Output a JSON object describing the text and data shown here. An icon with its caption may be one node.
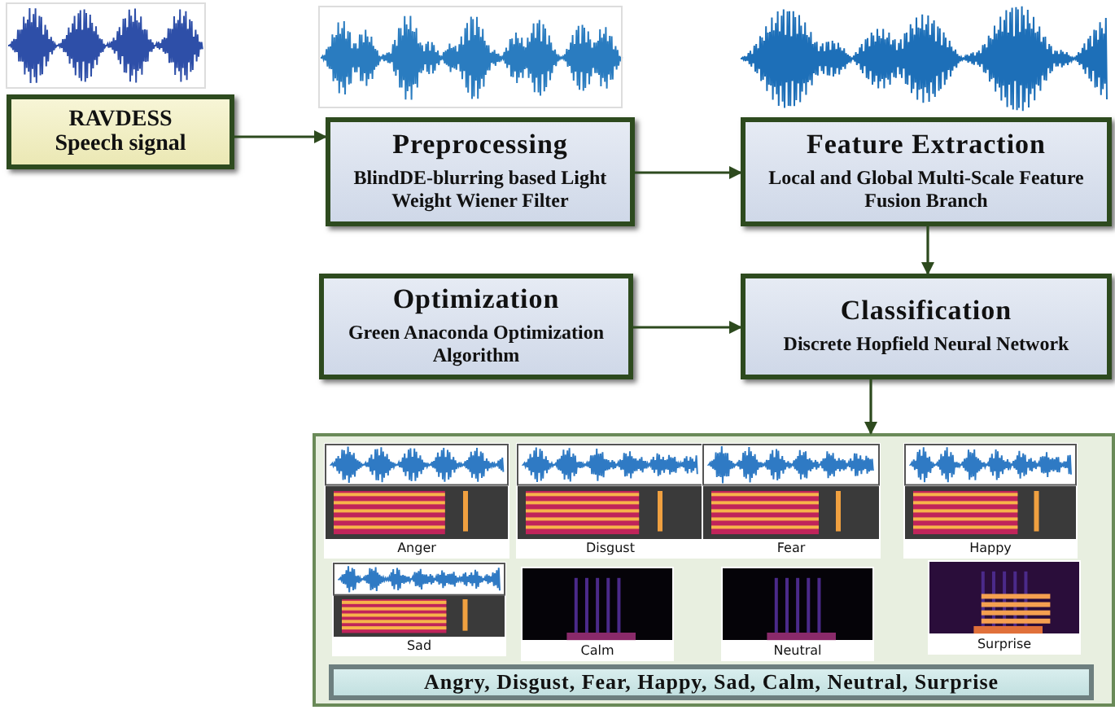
{
  "diagram": {
    "nodes": [
      {
        "text": [
          "RAVDESS Speech signal"
        ]
      },
      {
        "text": [
          "Preprocessing",
          "BlindDE-blurring based Light Weight Wiener Filter"
        ]
      },
      {
        "text": [
          "Feature Extraction",
          "Local and Global Multi-Scale Feature Fusion Branch"
        ]
      },
      {
        "text": [
          "Optimization",
          "Green Anaconda Optimization Algorithm"
        ]
      },
      {
        "text": [
          "Classification",
          "Discrete Hopfield Neural Network"
        ]
      },
      {
        "text": [],
        "shape": "box"
      },
      {
        "text": [
          "Anger"
        ],
        "in": 5
      },
      {
        "text": [
          "Disgust"
        ],
        "in": 5
      },
      {
        "text": [
          "Fear"
        ],
        "in": 5
      },
      {
        "text": [
          "Happy"
        ],
        "in": 5
      },
      {
        "text": [
          "Sad"
        ],
        "in": 5
      },
      {
        "text": [
          "Calm"
        ],
        "in": 5
      },
      {
        "text": [
          "Neutral"
        ],
        "in": 5
      },
      {
        "text": [
          "Surprise"
        ],
        "in": 5
      },
      {
        "text": [
          "Angry, Disgust, Fear, Happy, Sad, Calm, Neutral, Surprise"
        ],
        "in": 5
      }
    ],
    "edges": [
      {
        "from": 0,
        "to": 1,
        "arrow": "to"
      },
      {
        "from": 1,
        "to": 2,
        "arrow": "to"
      },
      {
        "from": 2,
        "to": 4,
        "arrow": "to"
      },
      {
        "from": 3,
        "to": 4,
        "arrow": "to"
      },
      {
        "from": 4,
        "to": 5,
        "arrow": "to"
      }
    ]
  }
}
